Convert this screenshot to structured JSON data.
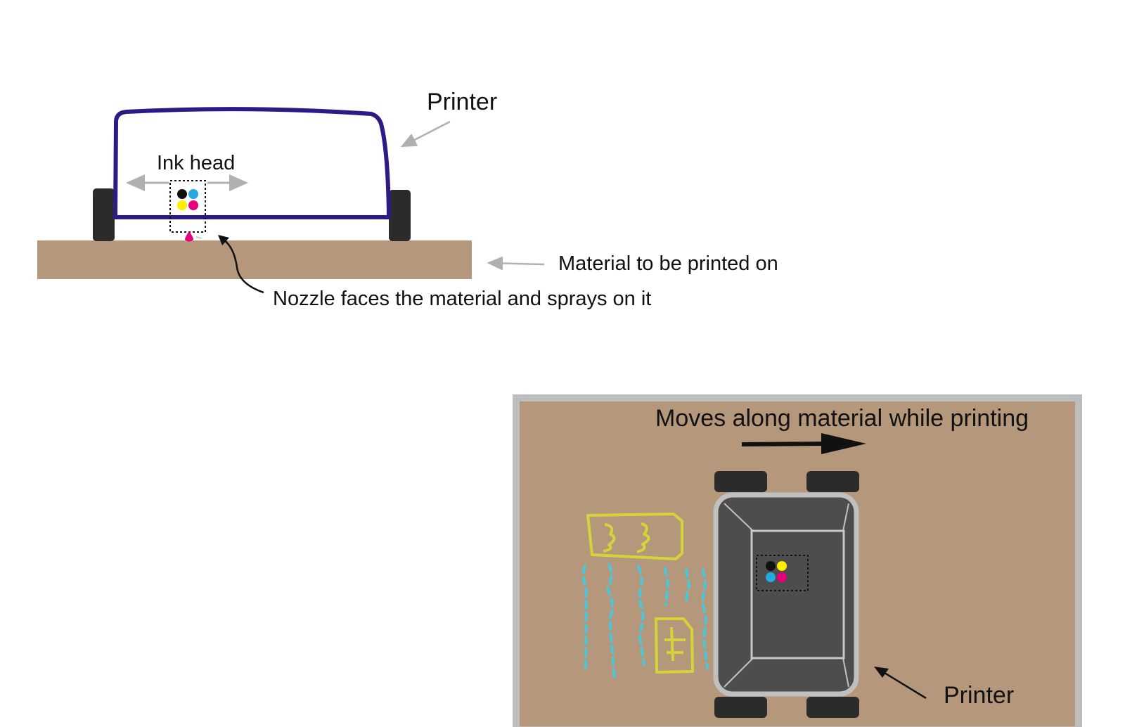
{
  "side_view": {
    "printer_label": "Printer",
    "ink_head_label": "Ink head",
    "material_label": "Material to be printed on",
    "nozzle_label": "Nozzle faces the material and sprays on it"
  },
  "top_view": {
    "direction_label": "Moves along material while printing",
    "printer_label": "Printer"
  },
  "colors": {
    "printer_outline": "#2e1a87",
    "material": "#b5977c",
    "frame": "#bdbdbd",
    "wheel": "#2b2b2b",
    "printer_body": "#4d4d4d",
    "ink_black": "#111111",
    "ink_cyan": "#26a9e0",
    "ink_yellow": "#ffee00",
    "ink_magenta": "#e6007e",
    "printed_yellow": "#d4d43a",
    "printed_cyan": "#4cc6d8",
    "arrow_gray": "#b0b0b0"
  },
  "icons": {
    "ink_cartridge": "cmyk-ink-dots-icon",
    "wheel": "wheel-icon"
  }
}
